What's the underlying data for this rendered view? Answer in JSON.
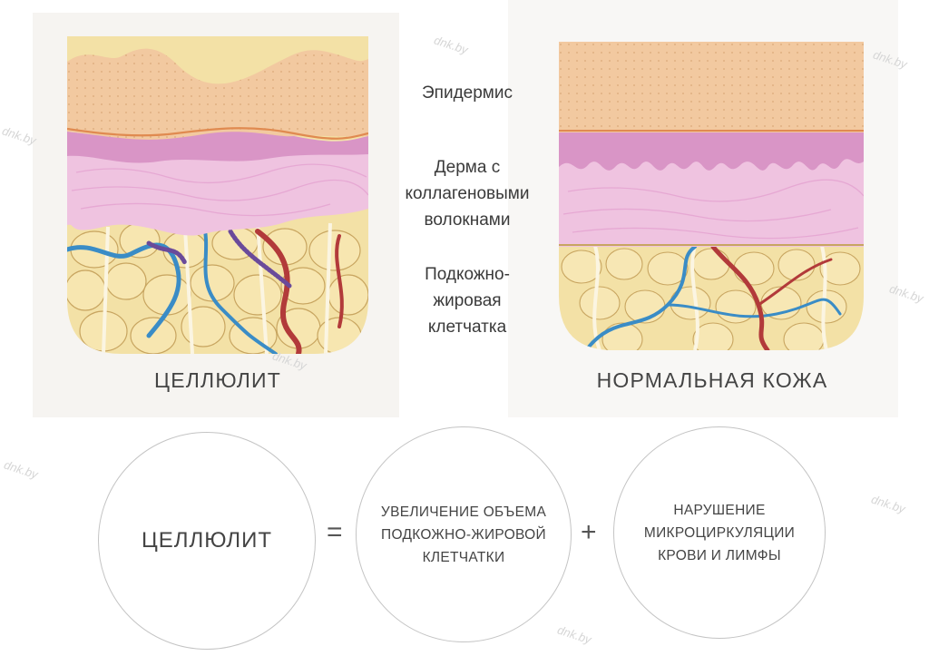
{
  "labels": {
    "epidermis": "Эпидермис",
    "dermis": [
      "Дерма с",
      "коллагеновыми",
      "волокнами"
    ],
    "fat": [
      "Подкожно-",
      "жировая",
      "клетчатка"
    ]
  },
  "captions": {
    "cellulite": "ЦЕЛЛЮЛИТ",
    "normal": "НОРМАЛЬНАЯ КОЖА"
  },
  "equation": {
    "left": "ЦЕЛЛЮЛИТ",
    "equals": "=",
    "term1": [
      "УВЕЛИЧЕНИЕ ОБЪЕМА",
      "ПОДКОЖНО-ЖИРОВОЙ",
      "КЛЕТЧАТКИ"
    ],
    "plus": "+",
    "term2": [
      "НАРУШЕНИЕ",
      "МИКРОЦИРКУЛЯЦИИ",
      "КРОВИ И ЛИМФЫ"
    ]
  },
  "watermark": "dnk.by",
  "colors": {
    "epidermis": "#f2c9a0",
    "dermis": "#efc3e0",
    "fat": "#f4e3a8",
    "vessel_blue": "#3a8cc6",
    "vessel_red": "#b23a3a",
    "lymph": "#6a4a9a"
  }
}
